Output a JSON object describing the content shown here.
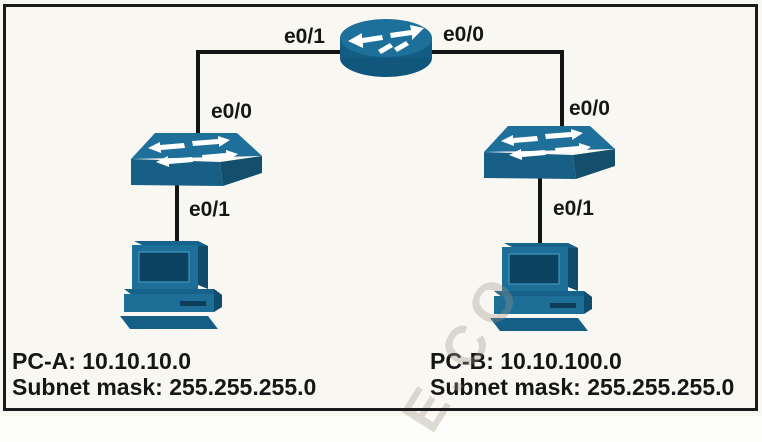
{
  "diagram": {
    "title_hint": "network-topology",
    "colors": {
      "background": "#f8f7f2",
      "frame_border": "#1a1a1a",
      "link_line": "#141414",
      "device_main": "#1d6f98",
      "device_mid": "#17628b",
      "device_dark": "#0f4c6c",
      "device_screen": "#0b4361",
      "arrow_white": "#ffffff",
      "text": "#161616"
    },
    "router": {
      "icon": "router-icon",
      "left_port": "e0/1",
      "right_port": "e0/0"
    },
    "switch_left": {
      "icon": "switch-icon",
      "uplink_port": "e0/0",
      "downlink_port": "e0/1"
    },
    "switch_right": {
      "icon": "switch-icon",
      "uplink_port": "e0/0",
      "downlink_port": "e0/1"
    },
    "pc_a": {
      "icon": "pc-icon",
      "line1": "PC-A: 10.10.10.0",
      "line2": "Subnet mask: 255.255.255.0"
    },
    "pc_b": {
      "icon": "pc-icon",
      "line1": "PC-B: 10.10.100.0",
      "line2": "Subnet mask: 255.255.255.0"
    },
    "watermark_text": "E.CO"
  }
}
